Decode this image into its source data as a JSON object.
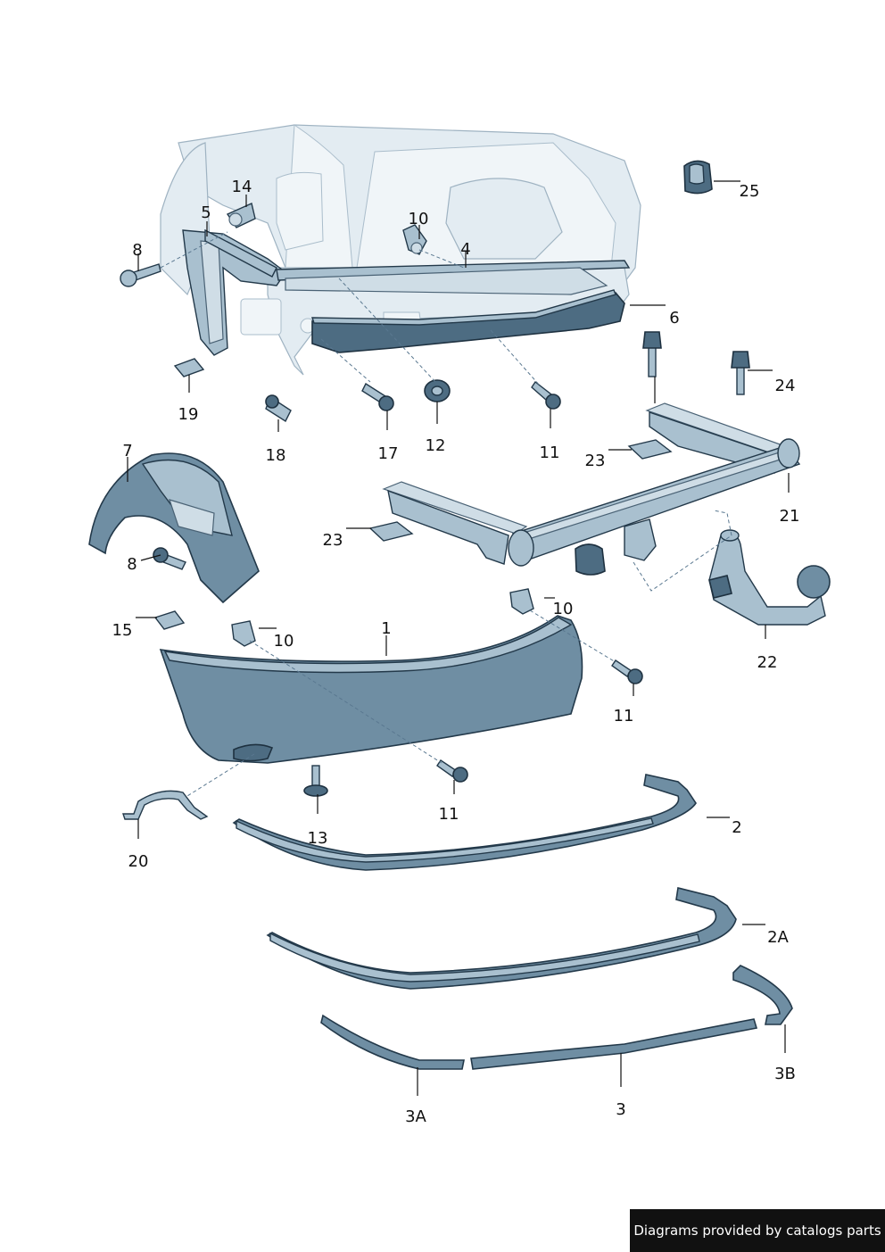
{
  "callouts": {
    "c1": "1",
    "c2": "2",
    "c2A": "2A",
    "c3": "3",
    "c3A": "3A",
    "c3B": "3B",
    "c4": "4",
    "c5": "5",
    "c6": "6",
    "c7": "7",
    "c8a": "8",
    "c8b": "8",
    "c10a": "10",
    "c10b": "10",
    "c10c": "10",
    "c11a": "11",
    "c11b": "11",
    "c11c": "11",
    "c12": "12",
    "c13": "13",
    "c14": "14",
    "c15": "15",
    "c17": "17",
    "c18": "18",
    "c19": "19",
    "c20": "20",
    "c21": "21",
    "c22": "22",
    "c23a": "23",
    "c23b": "23",
    "c24": "24",
    "c25": "25"
  },
  "credit": "Diagrams provided by catalogs parts"
}
